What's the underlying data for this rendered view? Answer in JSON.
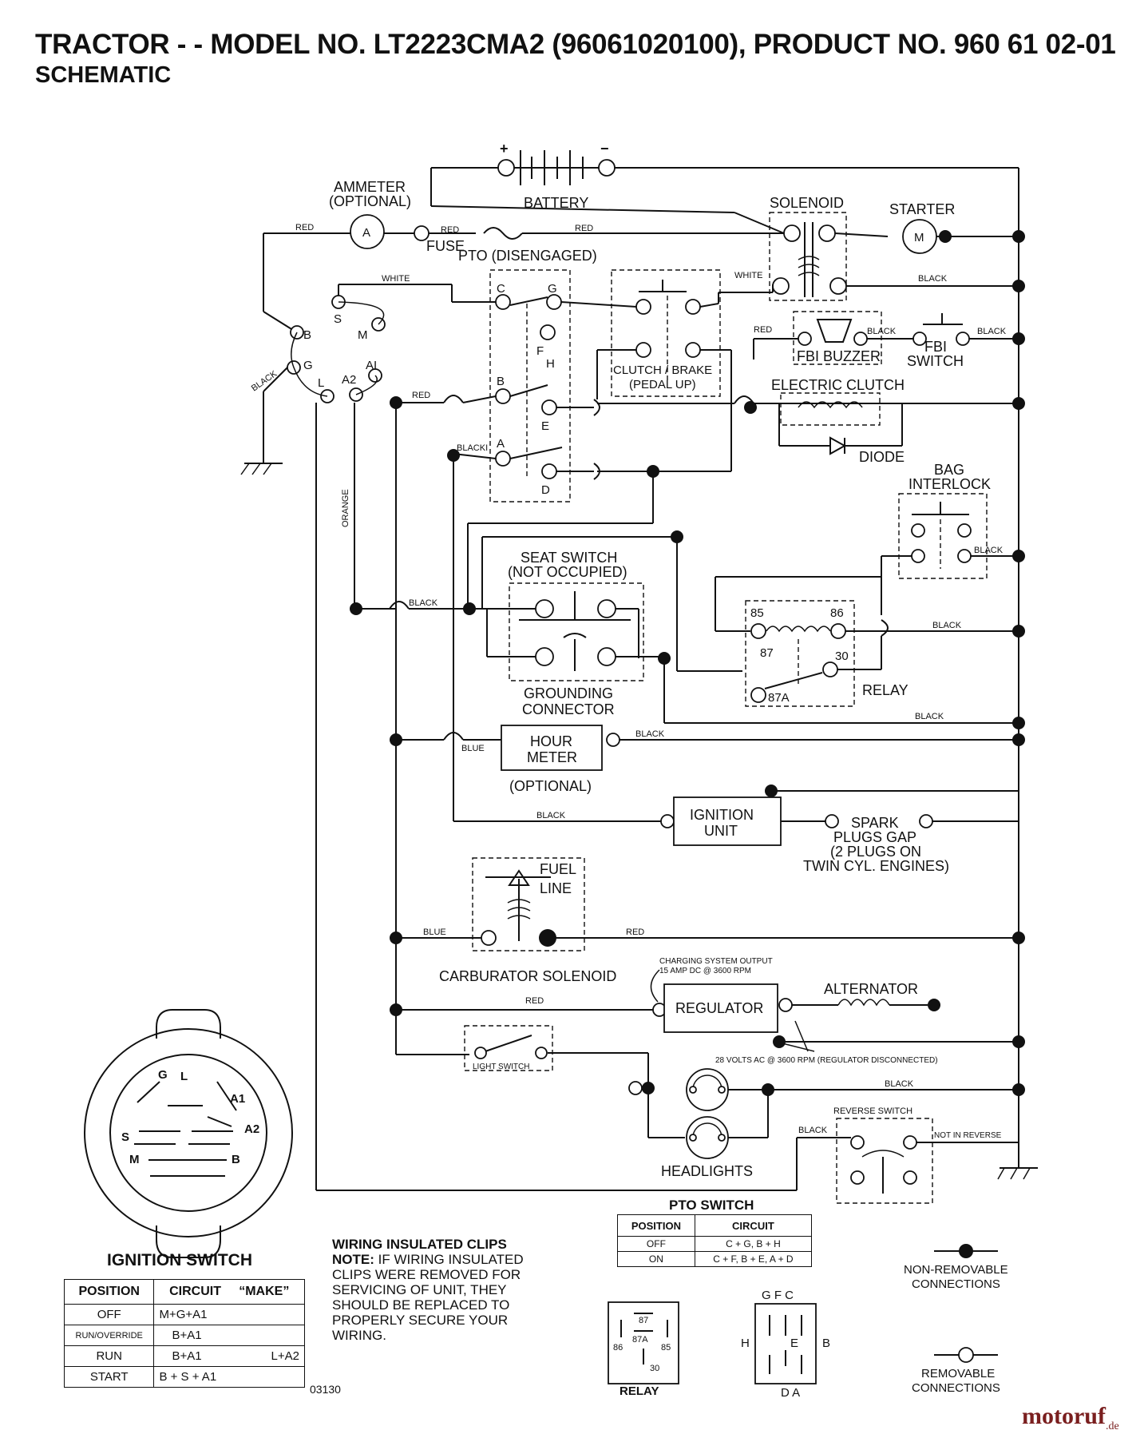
{
  "header": {
    "title": "TRACTOR - - MODEL NO. LT2223CMA2 (96061020100), PRODUCT NO. 960 61 02-01",
    "subtitle": "SCHEMATIC"
  },
  "components": {
    "ammeter": [
      "AMMETER",
      "(OPTIONAL)"
    ],
    "ammeter_symbol": "A",
    "battery": "BATTERY",
    "battery_plus": "+",
    "battery_minus": "−",
    "solenoid": "SOLENOID",
    "starter": "STARTER",
    "starter_symbol": "M",
    "fuse": "FUSE",
    "pto": "PTO (DISENGAGED)",
    "clutch_brake": [
      "CLUTCH / BRAKE",
      "(PEDAL UP)"
    ],
    "fbi_buzzer": "FBI BUZZER",
    "fbi_switch": [
      "FBI",
      "SWITCH"
    ],
    "electric_clutch": "ELECTRIC CLUTCH",
    "diode": "DIODE",
    "bag_interlock": [
      "BAG",
      "INTERLOCK"
    ],
    "seat_switch": [
      "SEAT SWITCH",
      "(NOT OCCUPIED)"
    ],
    "grounding_connector": [
      "GROUNDING",
      "CONNECTOR"
    ],
    "relay": "RELAY",
    "relay_pins": [
      "85",
      "86",
      "87",
      "30",
      "87A"
    ],
    "hour_meter": [
      "HOUR",
      "METER"
    ],
    "hour_meter_optional": "(OPTIONAL)",
    "ignition_unit": [
      "IGNITION",
      "UNIT"
    ],
    "spark_plugs": [
      "SPARK",
      "PLUGS GAP",
      "(2 PLUGS ON",
      "TWIN CYL. ENGINES)"
    ],
    "fuel_line": [
      "FUEL",
      "LINE"
    ],
    "carburator_solenoid": "CARBURATOR SOLENOID",
    "charging_output": [
      "CHARGING SYSTEM OUTPUT",
      "15 AMP DC @ 3600 RPM"
    ],
    "regulator": "REGULATOR",
    "alternator": "ALTERNATOR",
    "ac_note": "28 VOLTS AC @ 3600 RPM (REGULATOR DISCONNECTED)",
    "light_switch": "LIGHT SWITCH",
    "headlights": "HEADLIGHTS",
    "reverse_switch": "REVERSE SWITCH",
    "not_in_reverse": "NOT IN REVERSE",
    "ignition_terminals": [
      "B",
      "S",
      "M",
      "G",
      "L",
      "A2",
      "AI"
    ],
    "pto_terminals": [
      "C",
      "G",
      "F",
      "H",
      "B",
      "E",
      "A",
      "D"
    ]
  },
  "wire_colors": {
    "red": "RED",
    "white": "WHITE",
    "black": "BLACK",
    "blackI": "BLACKI",
    "orange": "ORANGE",
    "blue": "BLUE"
  },
  "ignition_switch": {
    "title": "IGNITION SWITCH",
    "face_labels": [
      "G",
      "L",
      "A1",
      "A2",
      "S",
      "M",
      "B"
    ],
    "columns": [
      "POSITION",
      "CIRCUIT",
      "“MAKE”"
    ],
    "rows": [
      {
        "position": "OFF",
        "circuit": "M+G+A1",
        "make2": ""
      },
      {
        "position": "RUN/OVERRIDE",
        "circuit": "B+A1",
        "make2": ""
      },
      {
        "position": "RUN",
        "circuit": "B+A1",
        "make2": "L+A2"
      },
      {
        "position": "START",
        "circuit": "B + S + A1",
        "make2": ""
      }
    ]
  },
  "pto_switch": {
    "title": "PTO SWITCH",
    "columns": [
      "POSITION",
      "CIRCUIT"
    ],
    "rows": [
      {
        "position": "OFF",
        "circuit": "C + G, B + H"
      },
      {
        "position": "ON",
        "circuit": "C + F, B + E, A + D"
      }
    ]
  },
  "note": {
    "title": "WIRING INSULATED CLIPS",
    "prefix": "NOTE:",
    "body": "IF WIRING INSULATED CLIPS WERE REMOVED FOR SERVICING OF UNIT, THEY SHOULD BE REPLACED TO PROPERLY SECURE YOUR WIRING."
  },
  "relay_diagram": {
    "label": "RELAY",
    "pins": [
      "87",
      "87A",
      "86",
      "85",
      "30"
    ]
  },
  "pto_connector": {
    "top": "G  F  C",
    "left": "H",
    "center": "E",
    "right": "B",
    "bottom": "D  A"
  },
  "legend": {
    "non_removable": [
      "NON-REMOVABLE",
      "CONNECTIONS"
    ],
    "removable": [
      "REMOVABLE",
      "CONNECTIONS"
    ]
  },
  "doc_number": "03130",
  "logo": {
    "name": "motoruf",
    "suffix": ".de"
  }
}
